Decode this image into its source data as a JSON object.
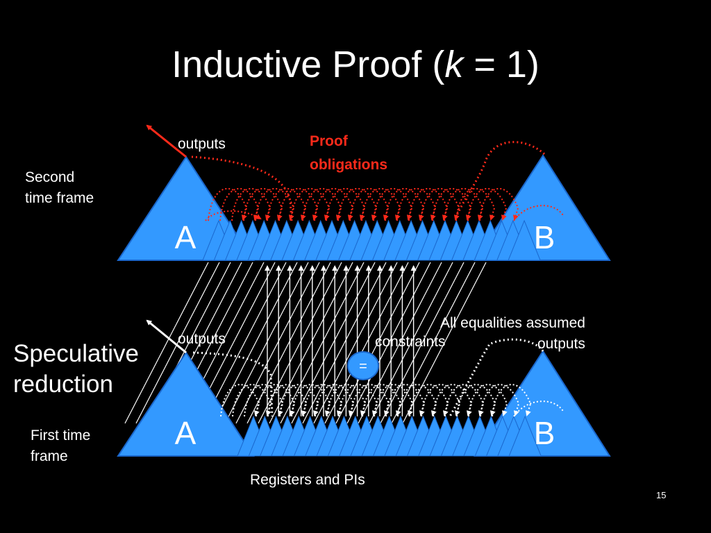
{
  "slide": {
    "title_prefix": "Inductive Proof (",
    "title_var": "k",
    "title_suffix": " = 1)",
    "page_number": "15"
  },
  "labels": {
    "second_time_frame": [
      "Second",
      "time frame"
    ],
    "first_time_frame": [
      "First  time",
      "frame"
    ],
    "speculative_reduction": [
      "Speculative",
      "reduction"
    ],
    "proof_obligations": [
      "Proof",
      "obligations"
    ],
    "outputs_top": "outputs",
    "outputs_bottom_left": "outputs",
    "outputs_bottom_right": "outputs",
    "constraints": "constraints",
    "all_equalities_assumed": "All equalities assumed",
    "registers_and_pis": "Registers and PIs",
    "equal_sign": "=",
    "block_a_top": "A",
    "block_b_top": "B",
    "block_a_bottom": "A",
    "block_b_bottom": "B"
  },
  "colors": {
    "background": "#000000",
    "triangle_fill": "#3399ff",
    "triangle_stroke": "#1a66cc",
    "proof_red": "#ff2a1a",
    "constraint_white": "#ffffff"
  }
}
